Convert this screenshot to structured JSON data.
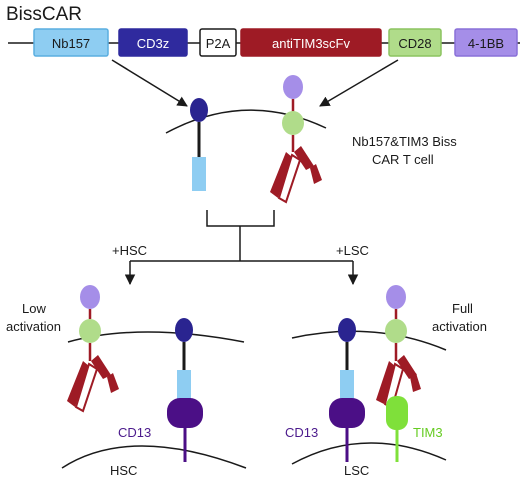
{
  "title": "BissCAR",
  "construct": [
    {
      "label": "Nb157",
      "fill": "#8ecdf2",
      "text_color": "#1a1a1a",
      "stroke": "#5aaee0"
    },
    {
      "label": "CD3z",
      "fill": "#2f2a9e",
      "text_color": "#ffffff",
      "stroke": "#2f2a9e"
    },
    {
      "label": "P2A",
      "fill": "#ffffff",
      "text_color": "#1a1a1a",
      "stroke": "#1a1a1a"
    },
    {
      "label": "antiTIM3scFv",
      "fill": "#9e1b25",
      "text_color": "#ffffff",
      "stroke": "#9e1b25"
    },
    {
      "label": "CD28",
      "fill": "#b0dc8a",
      "text_color": "#1a1a1a",
      "stroke": "#8cc460"
    },
    {
      "label": "4-1BB",
      "fill": "#a58ee8",
      "text_color": "#1a1a1a",
      "stroke": "#8a70d8"
    }
  ],
  "tcell_label": [
    "Nb157&TIM3 Biss",
    "CAR T cell"
  ],
  "branch_labels": {
    "left": "+HSC",
    "right": "+LSC"
  },
  "outcomes": {
    "left": [
      "Low",
      "activation"
    ],
    "right": [
      "Full",
      "activation"
    ]
  },
  "antigens": {
    "left_cd13": "CD13",
    "right_cd13": "CD13",
    "tim3": "TIM3"
  },
  "cell_labels": {
    "hsc": "HSC",
    "lsc": "LSC"
  },
  "colors": {
    "nb157": "#8ecdf2",
    "cd3z": "#2a2490",
    "scfv": "#9e1b25",
    "cd28": "#b0dc8a",
    "bb41": "#a58ee8",
    "cd13": "#4b0f86",
    "cd13_text": "#4b1a8c",
    "tim3": "#7fe03a",
    "tim3_text": "#66cc22",
    "line": "#1a1a1a"
  }
}
